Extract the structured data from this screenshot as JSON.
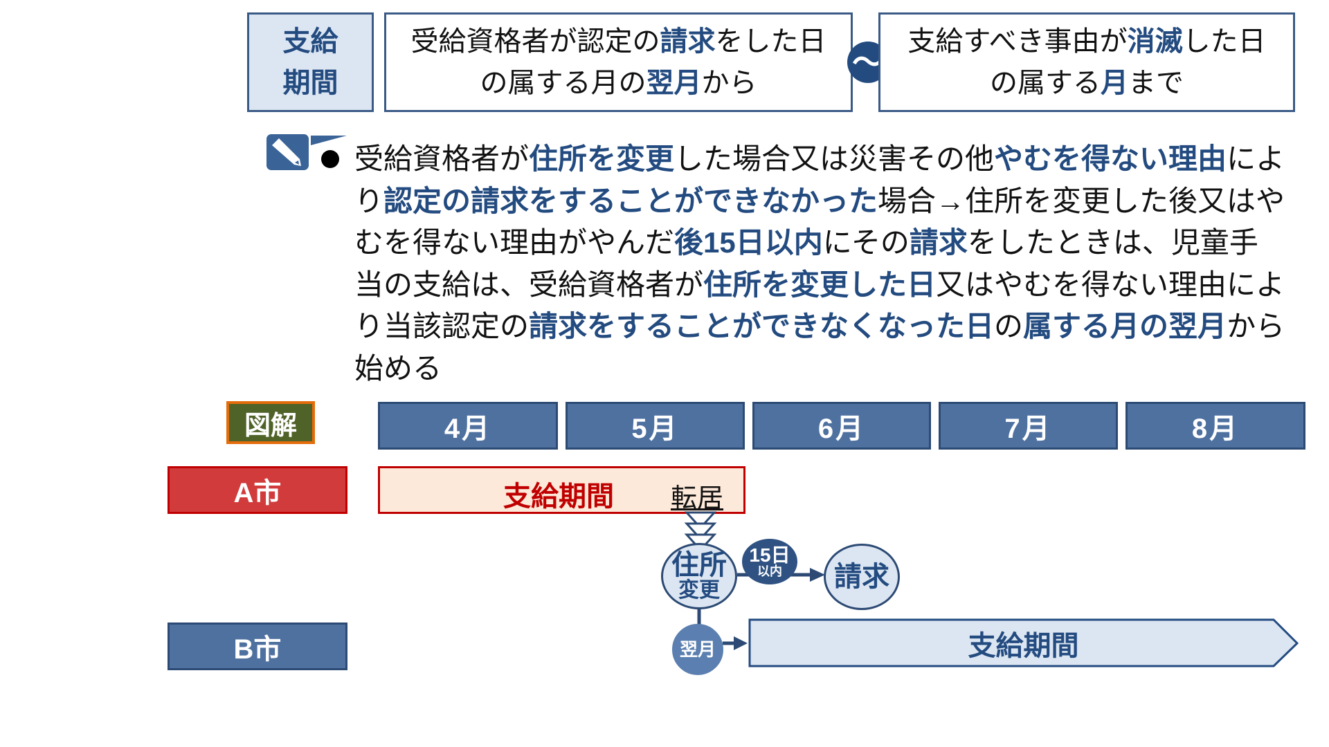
{
  "header": {
    "label_line1": "支給",
    "label_line2": "期間",
    "start": {
      "line1": [
        {
          "t": "受給資格者が認定の",
          "b": false
        },
        {
          "t": "請求",
          "b": true
        },
        {
          "t": "をした日",
          "b": false
        }
      ],
      "line2": [
        {
          "t": "の属する月の",
          "b": false
        },
        {
          "t": "翌月",
          "b": true
        },
        {
          "t": "から",
          "b": false
        }
      ]
    },
    "tilde": "～",
    "end": {
      "line1": [
        {
          "t": "支給すべき事由が",
          "b": false
        },
        {
          "t": "消滅",
          "b": true
        },
        {
          "t": "した日",
          "b": false
        }
      ],
      "line2": [
        {
          "t": "の属する",
          "b": false
        },
        {
          "t": "月",
          "b": true
        },
        {
          "t": "まで",
          "b": false
        }
      ]
    }
  },
  "note": {
    "icon": "pencil-note-icon",
    "bullet": "●",
    "lines": [
      [
        {
          "t": "受給資格者が",
          "b": false
        },
        {
          "t": "住所を変更",
          "b": true
        },
        {
          "t": "した場合又は災害その他",
          "b": false
        },
        {
          "t": "やむを得ない理由",
          "b": true
        },
        {
          "t": "によ",
          "b": false
        }
      ],
      [
        {
          "t": "り",
          "b": false
        },
        {
          "t": "認定の請求をすることができなかった",
          "b": true
        },
        {
          "t": "場合→住所を変更した後又はや",
          "b": false
        }
      ],
      [
        {
          "t": "むを得ない理由がやんだ",
          "b": false
        },
        {
          "t": "後15日以内",
          "b": true
        },
        {
          "t": "にその",
          "b": false
        },
        {
          "t": "請求",
          "b": true
        },
        {
          "t": "をしたときは、児童手",
          "b": false
        }
      ],
      [
        {
          "t": "当の支給は、受給資格者が",
          "b": false
        },
        {
          "t": "住所を変更した日",
          "b": true
        },
        {
          "t": "又はやむを得ない理由によ",
          "b": false
        }
      ],
      [
        {
          "t": "り当該認定の",
          "b": false
        },
        {
          "t": "請求をすることができなくなった日",
          "b": true
        },
        {
          "t": "の",
          "b": false
        },
        {
          "t": "属する月の翌月",
          "b": true
        },
        {
          "t": "から",
          "b": false
        }
      ],
      [
        {
          "t": "始める",
          "b": false
        }
      ]
    ]
  },
  "diagram": {
    "label": "図解",
    "months": [
      "4月",
      "5月",
      "6月",
      "7月",
      "8月"
    ],
    "city_a": "A市",
    "city_b": "B市",
    "a_period": "支給期間",
    "move": "転居",
    "address_change_line1": "住所",
    "address_change_line2": "変更",
    "within_line1": "15日",
    "within_line2": "以内",
    "request": "請求",
    "next_month": "翌月",
    "b_period": "支給期間"
  },
  "colors": {
    "accent": "#234b80",
    "month": "#4f71a0",
    "city_a": "#d13b3b",
    "a_period_fill": "#fde9d9",
    "b_period_fill": "#dce6f2",
    "label_bg": "#4f6228",
    "label_border": "#e46c0a"
  }
}
